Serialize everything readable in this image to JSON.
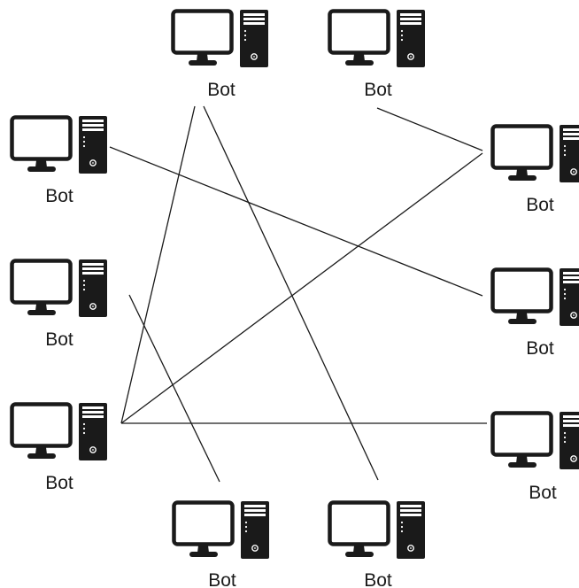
{
  "nodes": [
    {
      "id": "top-left",
      "label": "Bot"
    },
    {
      "id": "top-right",
      "label": "Bot"
    },
    {
      "id": "left-1",
      "label": "Bot"
    },
    {
      "id": "left-2",
      "label": "Bot"
    },
    {
      "id": "left-3",
      "label": "Bot"
    },
    {
      "id": "right-1",
      "label": "Bot"
    },
    {
      "id": "right-2",
      "label": "Bot"
    },
    {
      "id": "right-3",
      "label": "Bot"
    },
    {
      "id": "bottom-left",
      "label": "Bot"
    },
    {
      "id": "bottom-right",
      "label": "Bot"
    }
  ],
  "edges": [
    [
      "top-right",
      "right-1"
    ],
    [
      "left-1",
      "right-2"
    ],
    [
      "top-left",
      "left-3"
    ],
    [
      "top-left",
      "bottom-right"
    ],
    [
      "left-3",
      "right-1"
    ],
    [
      "left-3",
      "right-3"
    ],
    [
      "left-2",
      "bottom-left"
    ]
  ],
  "icon": "desktop-computer-icon",
  "colors": {
    "ink": "#1a1a1a",
    "background": "#ffffff"
  }
}
